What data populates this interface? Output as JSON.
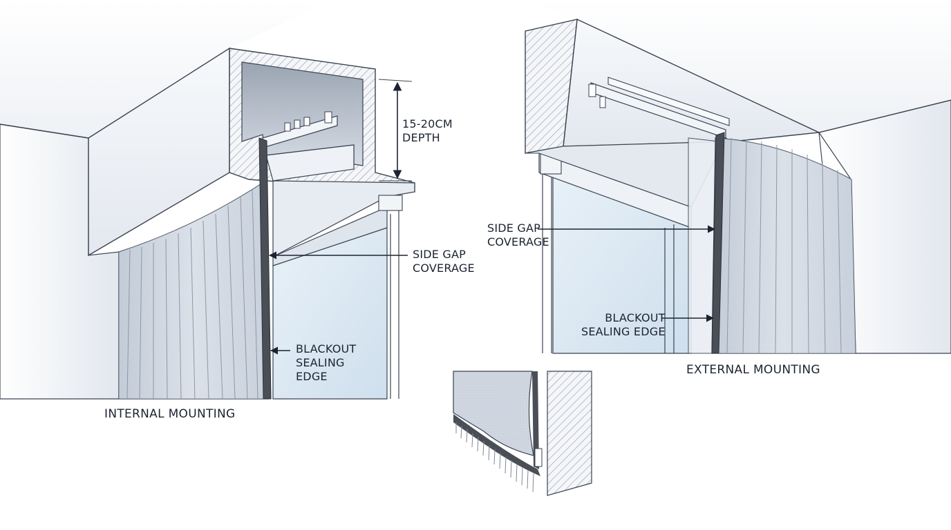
{
  "callouts": {
    "depth": {
      "line1": "15-20CM",
      "line2": "DEPTH"
    },
    "internal_side_gap": {
      "line1": "SIDE GAP",
      "line2": "COVERAGE"
    },
    "internal_blackout": {
      "line1": "BLACKOUT",
      "line2": "SEALING",
      "line3": "EDGE"
    },
    "external_side_gap": {
      "line1": "SIDE GAP",
      "line2": "COVERAGE"
    },
    "external_blackout": {
      "line1": "BLACKOUT",
      "line2": "SEALING EDGE"
    }
  },
  "captions": {
    "internal": "INTERNAL MOUNTING",
    "external": "EXTERNAL MOUNTING"
  },
  "colors": {
    "line": "#3a4250",
    "fabric": "#c9d2de",
    "glass": "#dbe8f3",
    "seal": "#4a4e56"
  }
}
